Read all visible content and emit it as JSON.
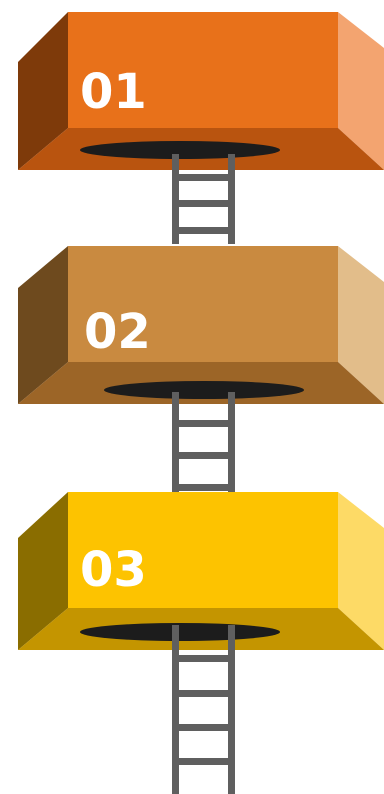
{
  "steps": [
    {
      "number": "01",
      "colors": {
        "front": "#E8711A",
        "left": "#7E3A0A",
        "right": "#F3A470",
        "floor": "#B9540F",
        "hole": "#1C1C1C"
      }
    },
    {
      "number": "02",
      "colors": {
        "front": "#C98A40",
        "left": "#6E4A1E",
        "right": "#E2BD8A",
        "floor": "#9C6527",
        "hole": "#1C1C1C"
      }
    },
    {
      "number": "03",
      "colors": {
        "front": "#FDC300",
        "left": "#8A6D00",
        "right": "#FDDA66",
        "floor": "#C49500",
        "hole": "#1C1C1C"
      }
    }
  ],
  "ladder_color": "#5F5F5F"
}
